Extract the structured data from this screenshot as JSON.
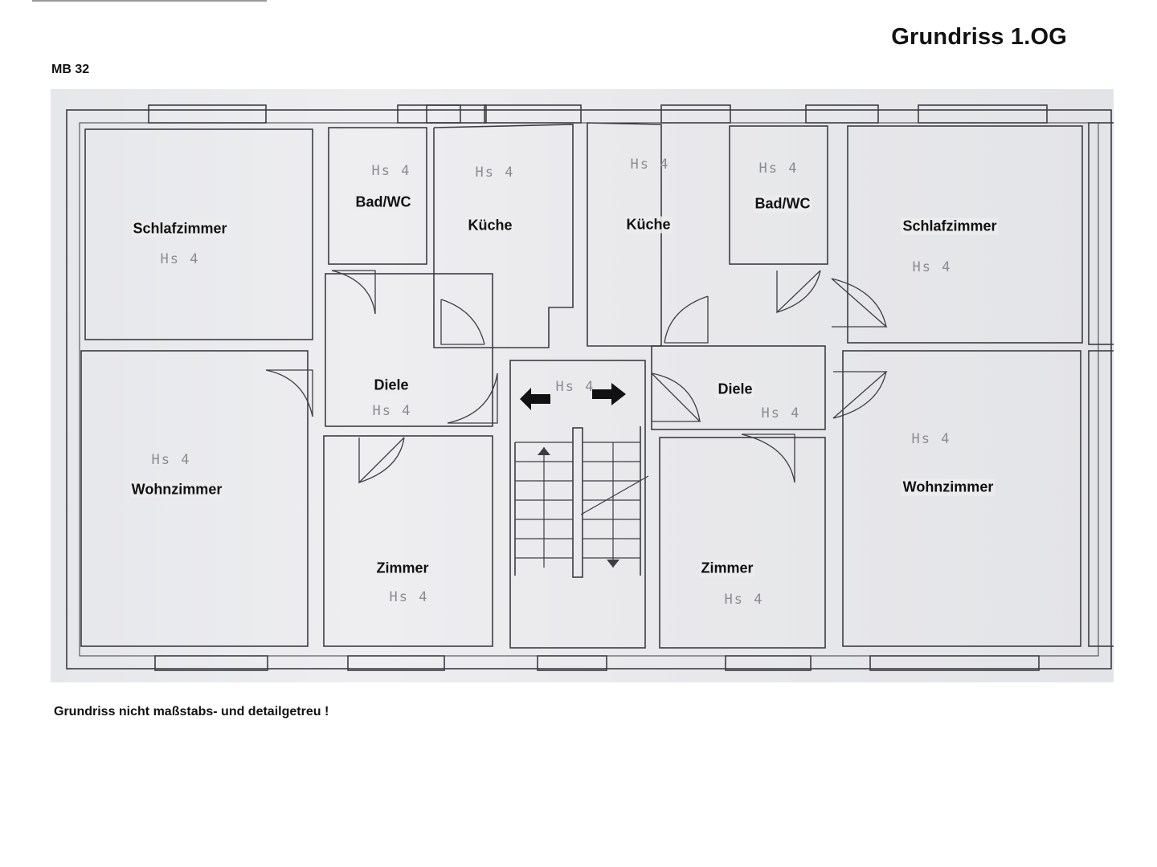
{
  "header": {
    "title": "Grundriss 1.OG",
    "code": "MB 32"
  },
  "footer": {
    "note": "Grundriss nicht maßstabs- und detailgetreu !"
  },
  "rooms": {
    "schlafzimmer_left": "Schlafzimmer",
    "bad_left": "Bad/WC",
    "kueche_left": "Küche",
    "kueche_right": "Küche",
    "bad_right": "Bad/WC",
    "schlafzimmer_right": "Schlafzimmer",
    "diele_left": "Diele",
    "diele_right": "Diele",
    "wohnzimmer_left": "Wohnzimmer",
    "wohnzimmer_right": "Wohnzimmer",
    "zimmer_left": "Zimmer",
    "zimmer_right": "Zimmer"
  },
  "handwritten": {
    "hs": "Hs 4"
  },
  "colors": {
    "line": "#3c3d44",
    "paper": "#e9e9ec",
    "ink": "#111111"
  }
}
